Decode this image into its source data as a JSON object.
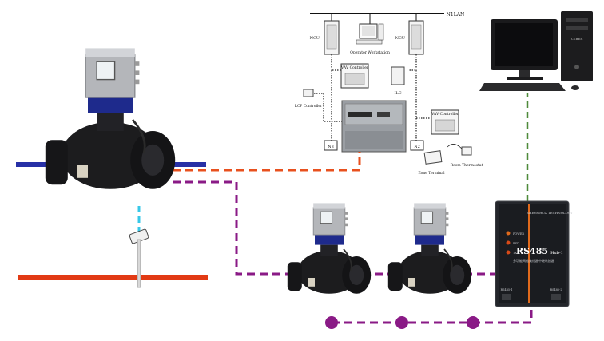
{
  "network": {
    "bus_label": "N1LAN",
    "ncu_left": "NCU",
    "ncu_right": "NCU",
    "operator_workstation": "Operator Workstation",
    "vav_controller_top": "VAV Controller",
    "ilc": "ILC",
    "lcp_controller": "LCP Controller",
    "n3": "N3",
    "n2": "N2",
    "vav_controller_right": "VAV Controller",
    "zone_terminal": "Zone Terminal",
    "room_thermostat": "Room Thermostat"
  },
  "converter": {
    "brand_line": "SHENGHUA TECHNOLOGY",
    "model": "RS485",
    "model_suffix": "Hub-1",
    "subtitle": "多功能网络集线器中继转换器",
    "led_1": "POWER",
    "led_2": "RXD",
    "led_3": "TXD",
    "port_left": "RS485-1",
    "port_right": "RS485-2"
  },
  "computer": {
    "tower_brand": "CYBER"
  },
  "colors": {
    "pipe_red": "#e23a14",
    "pipe_blue": "#2730a6",
    "link_orange": "#e8501e",
    "link_purple": "#8a1a86",
    "link_green": "#4f8a3a",
    "sensor_cyan": "#38c8e8"
  }
}
